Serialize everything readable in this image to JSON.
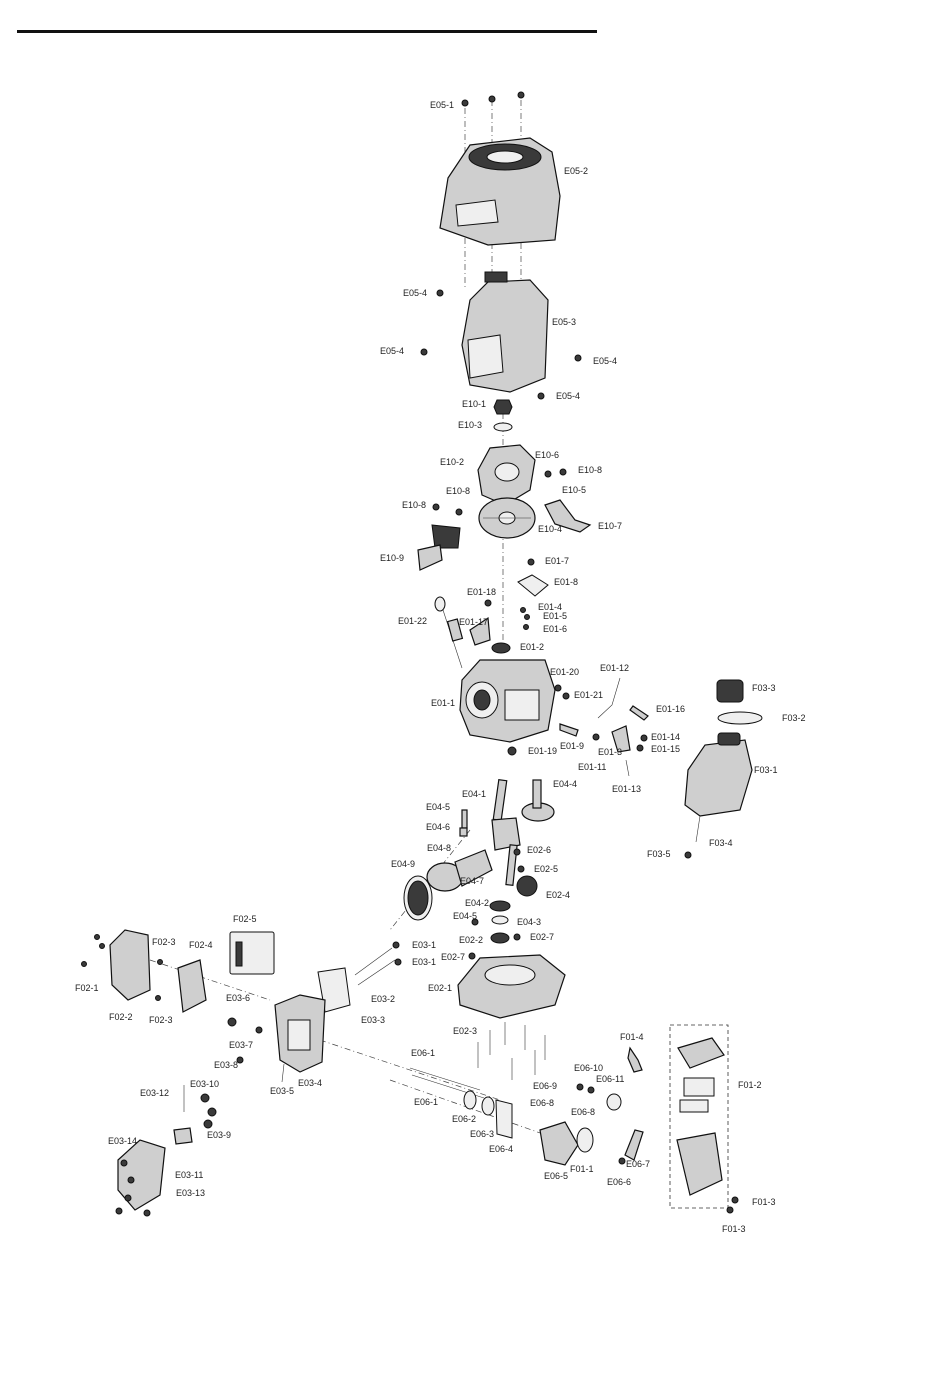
{
  "diagram": {
    "part_labels": [
      "E05-1",
      "E05-2",
      "E05-4",
      "E05-3",
      "E05-4",
      "E05-4",
      "E05-4",
      "E10-1",
      "E10-3",
      "E10-2",
      "E10-6",
      "E10-8",
      "E10-5",
      "E10-8",
      "E10-8",
      "E10-4",
      "E10-7",
      "E10-9",
      "E01-7",
      "E01-8",
      "E01-18",
      "E01-4",
      "E01-5",
      "E01-6",
      "E01-22",
      "E01-17",
      "E01-2",
      "E01-20",
      "E01-12",
      "E01-21",
      "E01-1",
      "E01-16",
      "E01-14",
      "E01-15",
      "E01-9",
      "E01-3",
      "E01-11",
      "E01-19",
      "E01-13",
      "F03-3",
      "F03-2",
      "F03-1",
      "F03-4",
      "F03-5",
      "E04-1",
      "E04-4",
      "E04-5",
      "E04-6",
      "E04-8",
      "E04-9",
      "E04-7",
      "E02-6",
      "E02-5",
      "E02-4",
      "E04-2",
      "E04-3",
      "E04-5",
      "E02-2",
      "E02-7",
      "E02-7",
      "E02-1",
      "F02-5",
      "F02-3",
      "F02-4",
      "F02-1",
      "F02-2",
      "F02-3",
      "E03-1",
      "E03-1",
      "E03-2",
      "E03-3",
      "E03-6",
      "E03-7",
      "E03-8",
      "E03-4",
      "E03-5",
      "E03-12",
      "E03-10",
      "E03-9",
      "E03-14",
      "E03-11",
      "E03-13",
      "E02-3",
      "F01-4",
      "E06-1",
      "E06-10",
      "E06-9",
      "E06-11",
      "E06-1",
      "E06-2",
      "E06-3",
      "E06-8",
      "E06-8",
      "E06-4",
      "F01-2",
      "E06-5",
      "F01-1",
      "E06-7",
      "E06-6",
      "F01-3",
      "F01-3"
    ]
  }
}
